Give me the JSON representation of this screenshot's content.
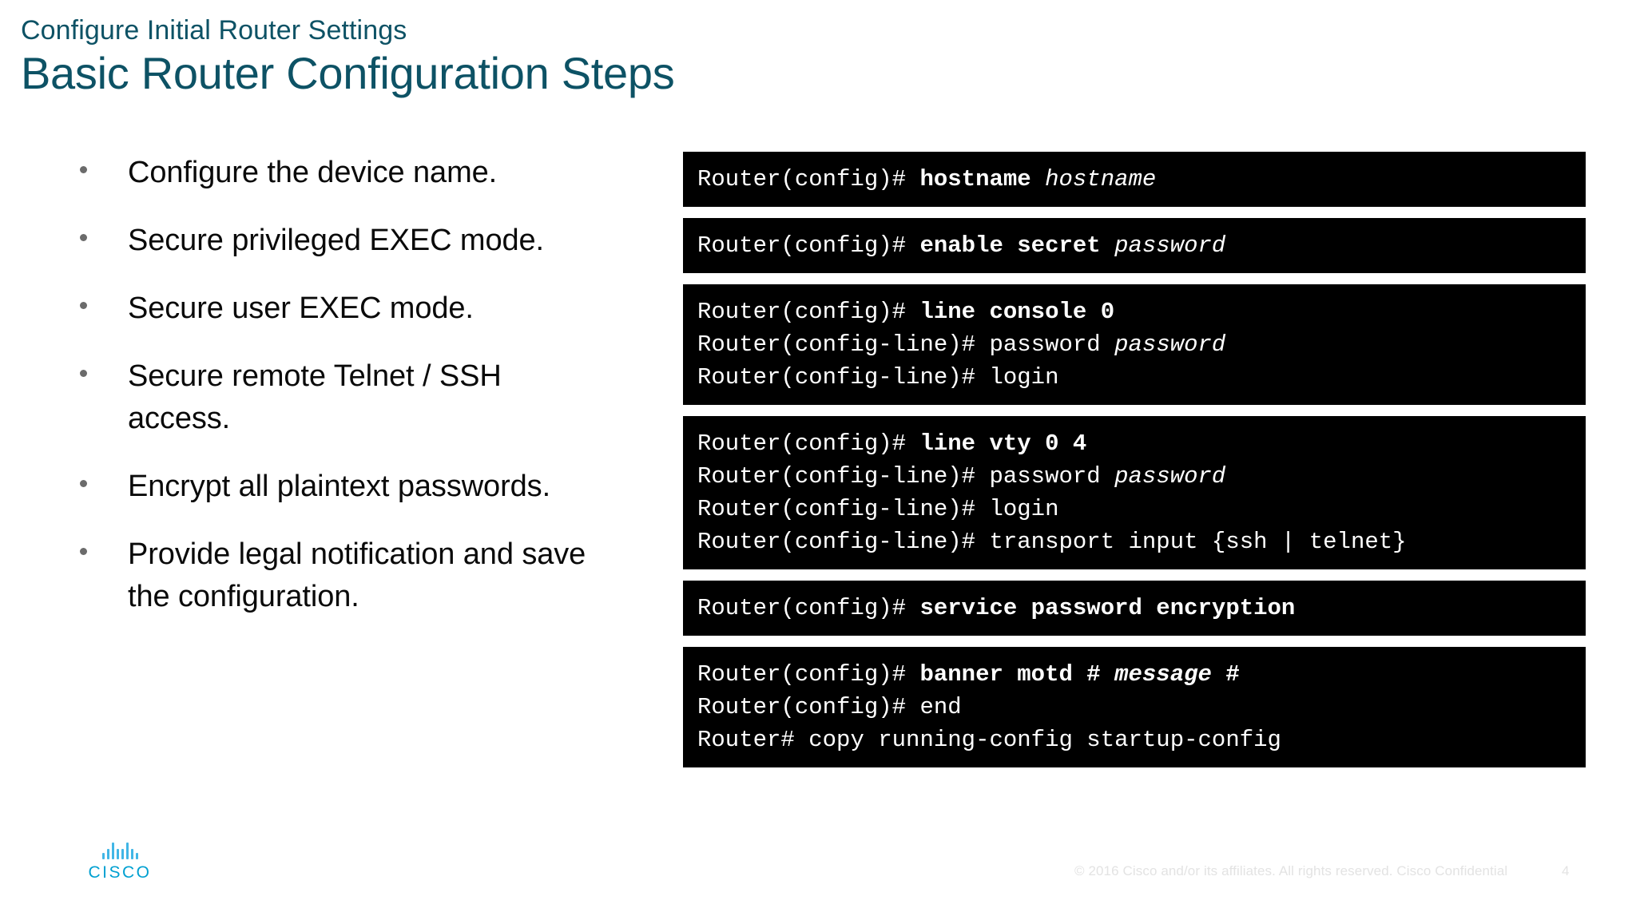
{
  "slide": {
    "eyebrow": "Configure Initial Router Settings",
    "title": "Basic Router Configuration Steps",
    "accent_color": "#0d5265",
    "background_color": "#ffffff"
  },
  "bullets": [
    {
      "text": "Configure the device name."
    },
    {
      "text": "Secure privileged EXEC mode."
    },
    {
      "text": "Secure user EXEC mode."
    },
    {
      "text": "Secure remote Telnet / SSH access."
    },
    {
      "text": "Encrypt all plaintext passwords."
    },
    {
      "text": "Provide legal notification and save the configuration."
    }
  ],
  "code_boxes": [
    {
      "lines": [
        {
          "prompt": "Router(config)# ",
          "command": "hostname ",
          "parameter": "hostname"
        }
      ]
    },
    {
      "lines": [
        {
          "prompt": "Router(config)# ",
          "command": "enable secret ",
          "parameter": "password"
        }
      ]
    },
    {
      "lines": [
        {
          "prompt": "Router(config)# ",
          "command": "line console 0",
          "parameter": ""
        },
        {
          "prompt": "Router(config-line)# ",
          "plain": "password ",
          "parameter": "password"
        },
        {
          "prompt": "Router(config-line)# ",
          "plain": "login",
          "parameter": ""
        }
      ]
    },
    {
      "lines": [
        {
          "prompt": "Router(config)# ",
          "command": "line vty 0 4",
          "parameter": ""
        },
        {
          "prompt": "Router(config-line)# ",
          "plain": "password ",
          "parameter": "password"
        },
        {
          "prompt": "Router(config-line)# ",
          "plain": "login",
          "parameter": ""
        },
        {
          "prompt": "Router(config-line)# ",
          "plain": "transport input {ssh | telnet}",
          "parameter": ""
        }
      ]
    },
    {
      "lines": [
        {
          "prompt": "Router(config)# ",
          "command": "service password encryption",
          "parameter": ""
        }
      ]
    },
    {
      "lines": [
        {
          "prompt": "Router(config)# ",
          "command": "banner motd # ",
          "command_parameter": "message ",
          "command_suffix": "#"
        },
        {
          "prompt": "Router(config)# ",
          "plain": "end",
          "parameter": ""
        },
        {
          "prompt": "Router# ",
          "plain": "copy running-config startup-config",
          "parameter": ""
        }
      ]
    }
  ],
  "footer": {
    "logo_word": "CISCO",
    "copyright": "© 2016  Cisco and/or its affiliates. All rights reserved.   Cisco Confidential",
    "page_number": "4",
    "logo_color": "#41b6e6"
  }
}
